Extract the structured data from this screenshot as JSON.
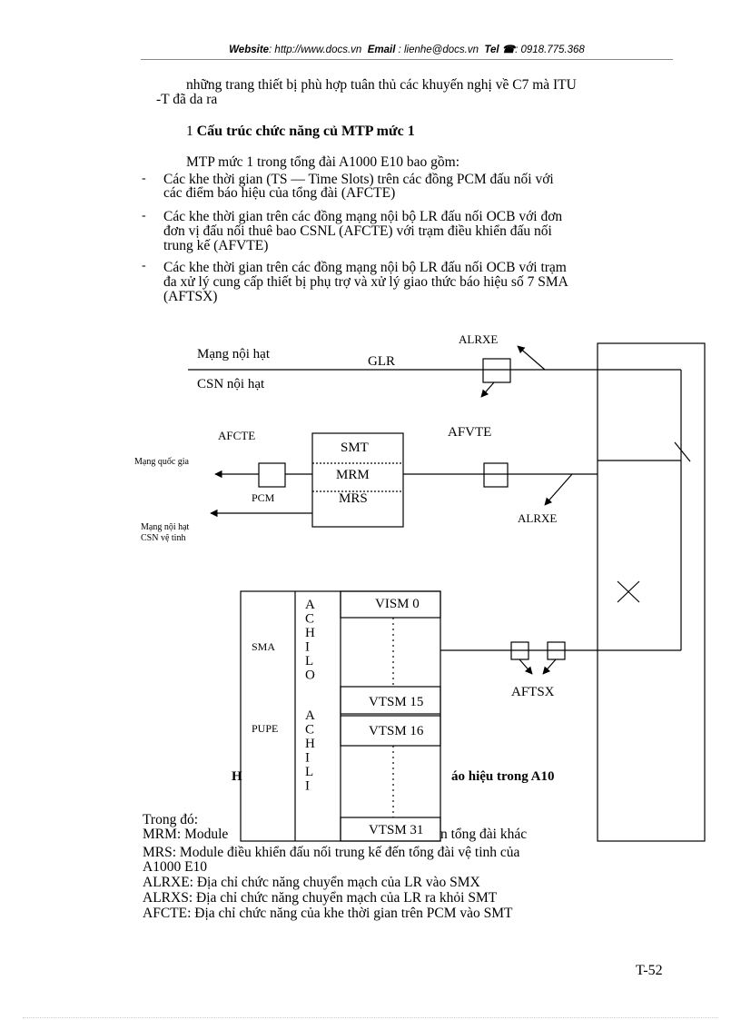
{
  "header": {
    "website_label": "Website",
    "website_url": ": http://www.docs.vn",
    "email_label": "Email",
    "email_value": ": lienhe@docs.vn",
    "tel_label": "Tel ☎",
    "tel_value": ": 0918.775.368"
  },
  "intro": {
    "line1": "những trang thiết bị phù hợp tuân thủ các khuyến nghị về C7 mà ITU",
    "line2": "-T đã da   ra"
  },
  "section": {
    "number": "1",
    "title": "Cấu trúc chức năng củ MTP mức 1"
  },
  "para": "MTP mức 1 trong tổng đài A1000 E10 bao gồm:",
  "bullets": [
    {
      "lines": [
        "Các khe thời gian (TS — Time Slots) trên các đồng   PCM đấu nối với",
        "các điểm báo hiệu của tổng đài (AFCTE)"
      ]
    },
    {
      "lines": [
        "Các khe thời gian trên các đồng   mạng nội bộ LR đấu nối OCB với đơn",
        "đơn vị đấu nối thuê bao CSNL (AFCTE) với trạm điều khiển đấu nối",
        "trung kế (AFVTE)"
      ]
    },
    {
      "lines": [
        "Các khe thời gian trên các đồng   mạng nội bộ LR đấu nối OCB với trạm",
        "đa xử lý cung cấp thiết bị phụ trợ và xử lý giao thức báo hiệu số 7 SMA",
        "(AFTSX)"
      ]
    }
  ],
  "diagram": {
    "mang_noi_hat": "Mạng nội hạt",
    "csn_noi_hat": "CSN nội hạt",
    "glr": "GLR",
    "alrxe_top": "ALRXE",
    "alrxe_mid": "ALRXE",
    "afcte": "AFCTE",
    "afvte": "AFVTE",
    "mang_quoc_gia": "Mạng quốc gia",
    "pcm": "PCM",
    "mang_noi_hat_small": "Mạng nội hạt",
    "csn_ve_tinh": "CSN vệ tinh",
    "smt": "SMT",
    "mrm": "MRM",
    "mrs": "MRS",
    "sma": "SMA",
    "pupe": "PUPE",
    "achilo_letters": [
      "A",
      "C",
      "H",
      "I",
      "L",
      "O"
    ],
    "achili_letters": [
      "A",
      "C",
      "H",
      "I",
      "L",
      "I"
    ],
    "vism0": "VISM 0",
    "vtsm15": "VTSM 15",
    "vtsm16": "VTSM 16",
    "vtsm31": "VTSM 31",
    "aftsx": "AFTSX",
    "caption_left": "H",
    "caption_right": "áo hiệu trong A10"
  },
  "legend": {
    "intro": "Trong đó:",
    "mrm_left": "MRM: Module",
    "mrm_right": "n tổng đài khác",
    "mrs_line1": "MRS: Module điều khiển đấu nối trung kế đến tổng đài vệ tinh của",
    "mrs_line2": "A1000 E10",
    "alrxe": "ALRXE: Địa chỉ chức năng chuyển mạch của LR vào SMX",
    "alrxs": "ALRXS: Địa chỉ chức năng chuyển mạch của LR ra khỏi SMT",
    "afcte": "AFCTE: Địa chỉ chức năng của khe thời gian trên PCM vào SMT"
  },
  "page_number": "T-52"
}
